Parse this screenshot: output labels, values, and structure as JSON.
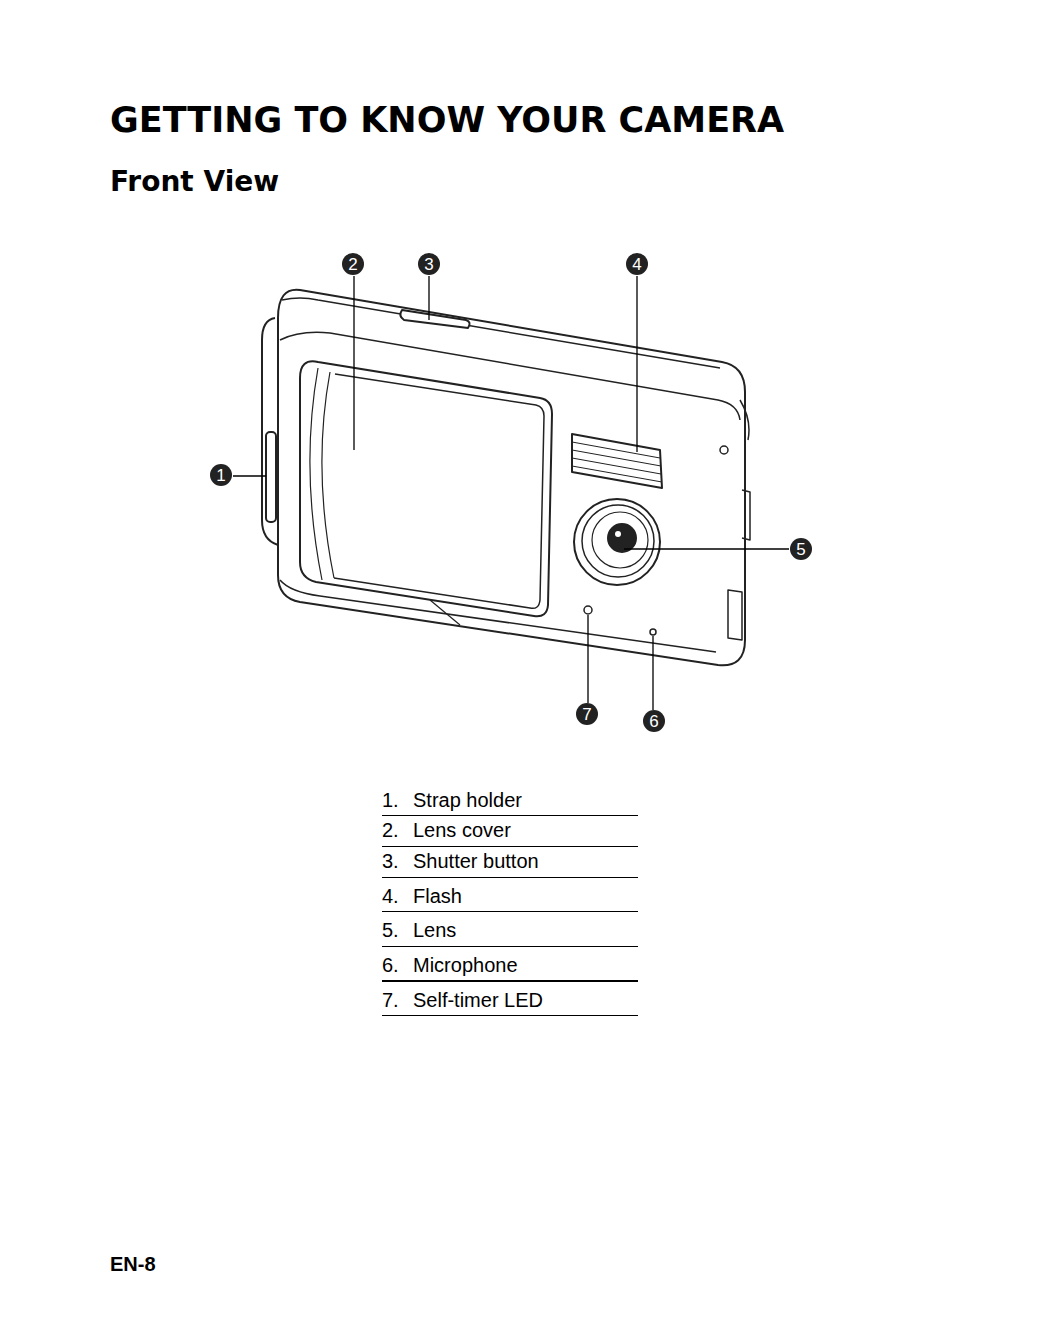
{
  "diagram": {
    "title": "GETTING TO KNOW YOUR CAMERA",
    "nodes": [
      {
        "text": [
          "2"
        ]
      },
      {
        "text": [
          "3"
        ]
      },
      {
        "text": [
          "4"
        ]
      },
      {
        "text": [
          "1"
        ]
      },
      {
        "text": [
          "5"
        ]
      },
      {
        "text": [
          "7"
        ]
      },
      {
        "text": [
          "6"
        ]
      }
    ],
    "labels": [
      "Front View",
      "1.",
      "Strap holder",
      "2.",
      "Lens cover",
      "3.",
      "Shutter button",
      "4.",
      "Flash",
      "5.",
      "Lens",
      "6.",
      "Microphone",
      "7.",
      "Self-timer LED",
      "EN-8"
    ]
  }
}
